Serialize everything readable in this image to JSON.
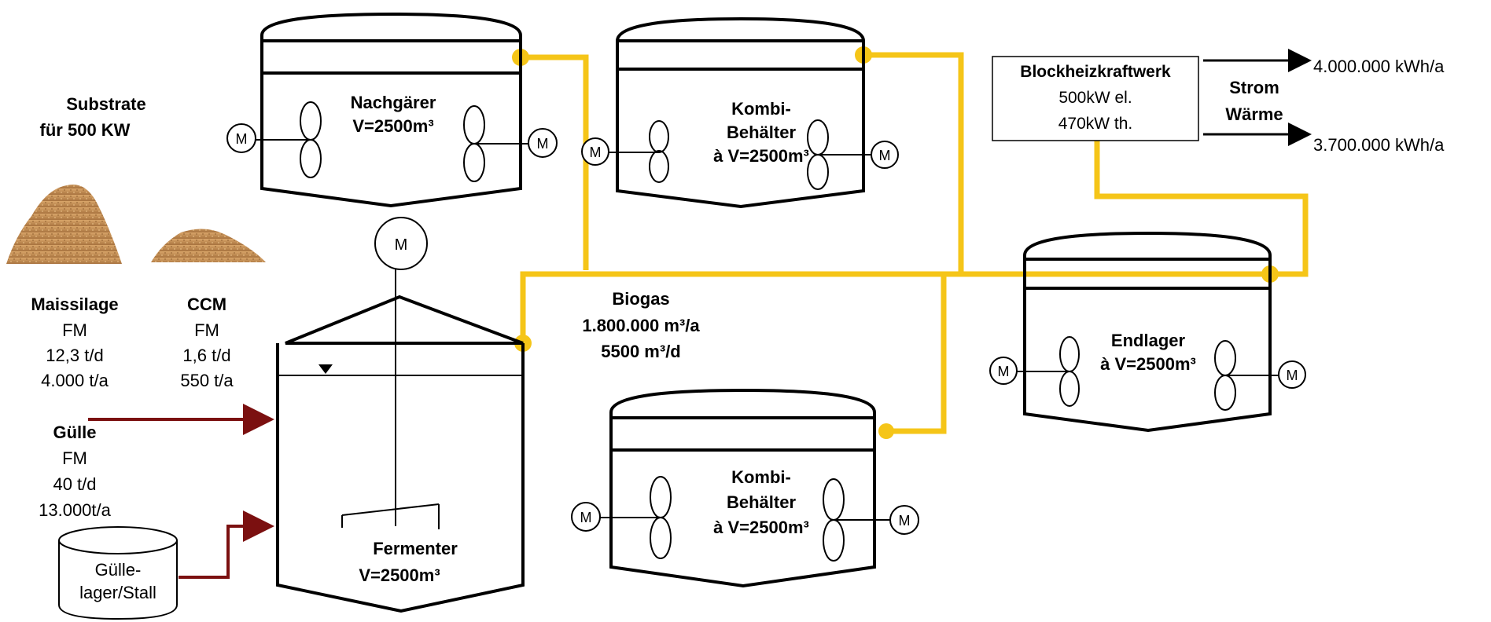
{
  "colors": {
    "gas_pipe": "#F5C518",
    "feed_line": "#7B1010",
    "substrate": "#C8925A",
    "outline": "#000000"
  },
  "substrates": {
    "heading": [
      "Substrate",
      "für 500 KW"
    ],
    "maissilage": {
      "name": "Maissilage",
      "type": "FM",
      "daily": "12,3 t/d",
      "annual": "4.000 t/a"
    },
    "ccm": {
      "name": "CCM",
      "type": "FM",
      "daily": "1,6 t/d",
      "annual": "550 t/a"
    },
    "guelle": {
      "name": "Gülle",
      "type": "FM",
      "daily": "40 t/d",
      "annual": "13.000t/a"
    }
  },
  "guellelager": [
    "Gülle-",
    "lager/Stall"
  ],
  "motor_label": "M",
  "tanks": {
    "nachgaerer": [
      "Nachgärer",
      "V=2500m³"
    ],
    "kombi1": [
      "Kombi-",
      "Behälter",
      "à V=2500m³"
    ],
    "kombi2": [
      "Kombi-",
      "Behälter",
      "à V=2500m³"
    ],
    "endlager": [
      "Endlager",
      "à V=2500m³"
    ],
    "fermenter": [
      "Fermenter",
      "V=2500m³"
    ]
  },
  "biogas": [
    "Biogas",
    "1.800.000 m³/a",
    "5500 m³/d"
  ],
  "bhkw": {
    "title": "Blockheizkraftwerk",
    "electric": "500kW el.",
    "thermal": "470kW th."
  },
  "outputs": {
    "strom_label": "Strom",
    "waerme_label": "Wärme",
    "strom_value": "4.000.000 kWh/a",
    "waerme_value": "3.700.000 kWh/a"
  }
}
